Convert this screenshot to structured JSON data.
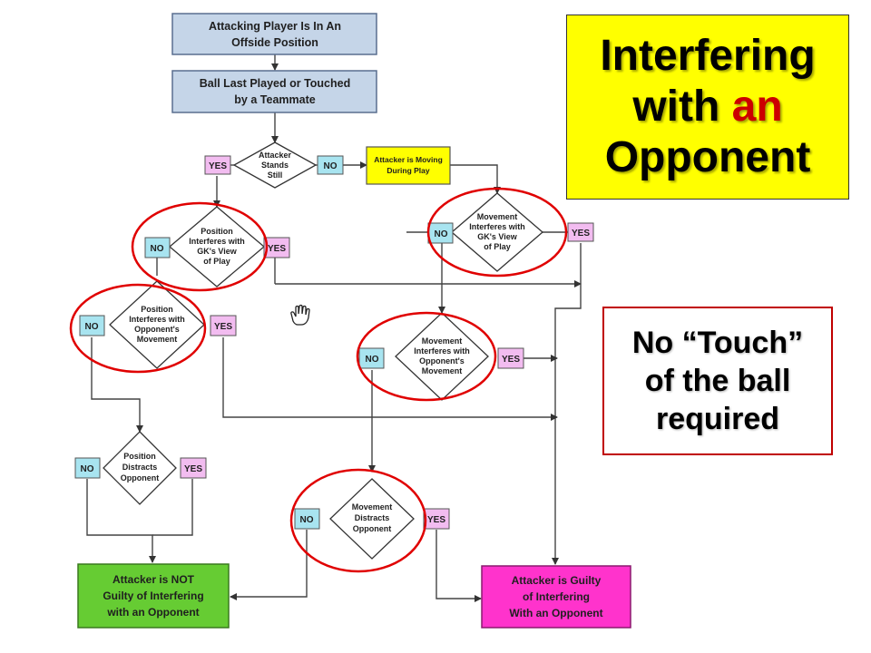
{
  "title": {
    "line1": "Interfering",
    "line2_a": "with ",
    "line2_b": "an",
    "line3": "Opponent",
    "accent_color": "#cc0000",
    "background": "#ffff00"
  },
  "note": {
    "line1": "No “Touch”",
    "line2": "of the ball",
    "line3": "required"
  },
  "flowchart": {
    "start": {
      "line1": "Attacking Player Is  In  An",
      "line2": "Offside Position"
    },
    "ball": {
      "line1": "Ball Last Played or Touched",
      "line2": "by a Teammate"
    },
    "stands_still": {
      "line1": "Attacker",
      "line2": "Stands",
      "line3": "Still"
    },
    "moving": {
      "line1": "Attacker is Moving",
      "line2": "During Play"
    },
    "pos_gk": {
      "line1": "Position",
      "line2": "Interferes with",
      "line3": "GK's View",
      "line4": "of Play"
    },
    "mov_gk": {
      "line1": "Movement",
      "line2": "Interferes with",
      "line3": "GK's View",
      "line4": "of Play"
    },
    "pos_opp": {
      "line1": "Position",
      "line2": "Interferes with",
      "line3": "Opponent's",
      "line4": "Movement"
    },
    "mov_opp": {
      "line1": "Movement",
      "line2": "Interferes with",
      "line3": "Opponent's",
      "line4": "Movement"
    },
    "pos_distracts": {
      "line1": "Position",
      "line2": "Distracts",
      "line3": "Opponent"
    },
    "mov_distracts": {
      "line1": "Movement",
      "line2": "Distracts",
      "line3": "Opponent"
    },
    "not_guilty": {
      "line1": "Attacker is NOT",
      "line2": "Guilty of Interfering",
      "line3": "with an Opponent"
    },
    "guilty": {
      "line1": "Attacker is Guilty",
      "line2": "of Interfering",
      "line3": "With an Opponent"
    },
    "yes_label": "YES",
    "no_label": "NO"
  },
  "colors": {
    "start_box": "#c5d5e8",
    "moving_box": "#ffff00",
    "not_guilty_box": "#66cc33",
    "guilty_box": "#ff33cc",
    "yes_tag": "#f2bcf0",
    "no_tag": "#a8e4f0",
    "highlight_circle": "#e00000"
  },
  "cursor_icon": "hand-cursor-icon"
}
